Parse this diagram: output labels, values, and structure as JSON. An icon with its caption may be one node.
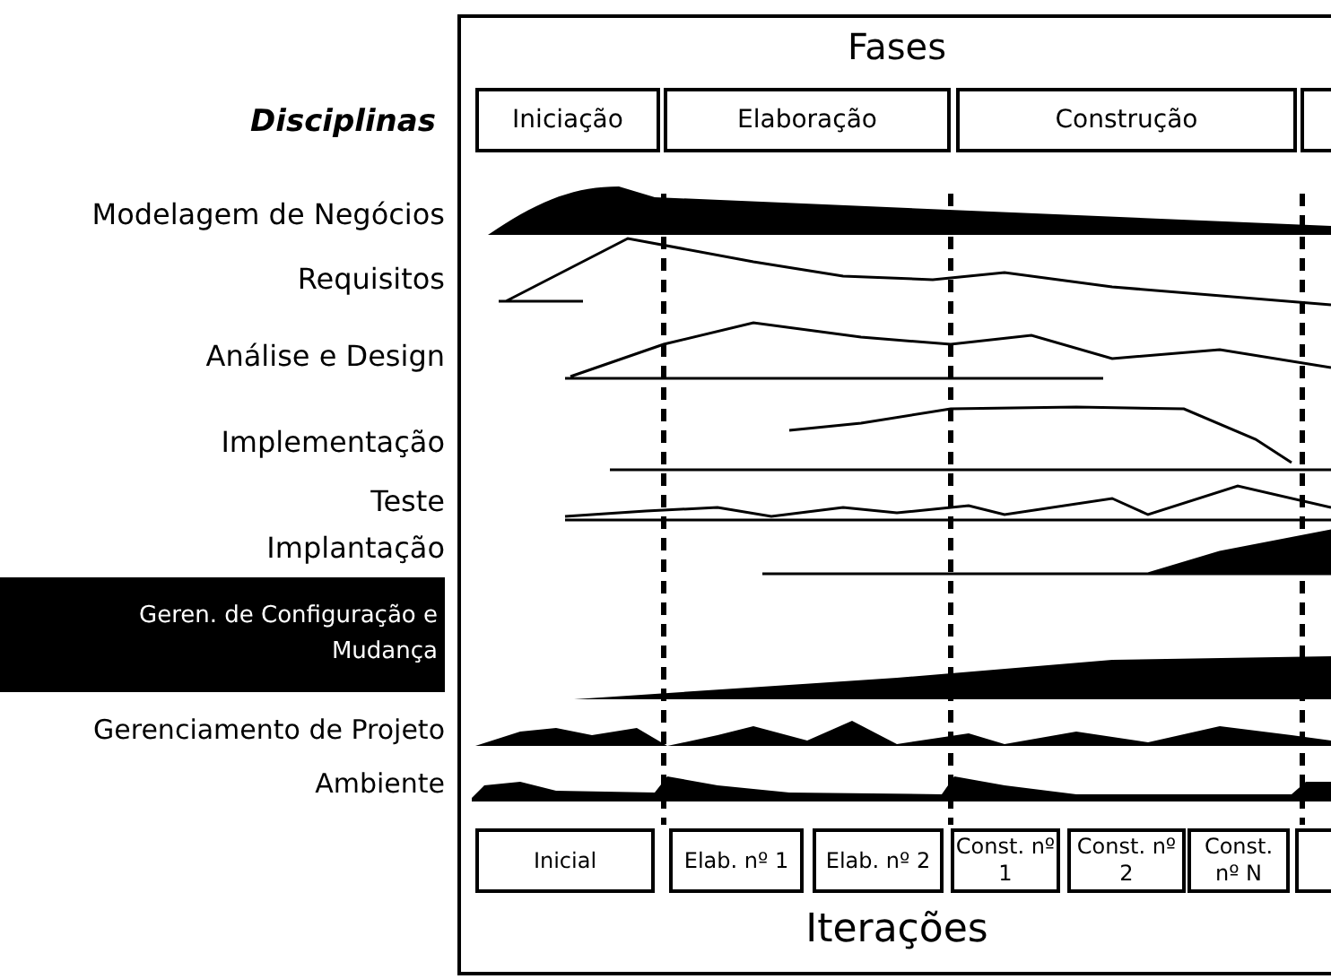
{
  "diagram": {
    "nodes": [
      {
        "text": [
          "Iniciação"
        ]
      },
      {
        "text": [
          "Elaboração"
        ]
      },
      {
        "text": [
          "Construção"
        ]
      },
      {
        "text": [],
        "shape": "box"
      },
      {
        "text": [
          "Inicial"
        ]
      },
      {
        "text": [
          "Elab. nº 1"
        ]
      },
      {
        "text": [
          "Elab. nº 2"
        ]
      },
      {
        "text": [
          "Const. nº 1"
        ]
      },
      {
        "text": [
          "Const. nº 2"
        ]
      },
      {
        "text": [
          "Const. nº N"
        ]
      },
      {
        "text": [],
        "shape": "box"
      }
    ],
    "edges": [],
    "labels": [
      "Fases",
      "Disciplinas",
      "Modelagem de Negócios",
      "Requisitos",
      "Análise e Design",
      "Implementação",
      "Teste",
      "Implantação",
      "Geren. de Configuração e Mudança",
      "Gerenciamento de Projeto",
      "Ambiente",
      "Iterações"
    ]
  }
}
